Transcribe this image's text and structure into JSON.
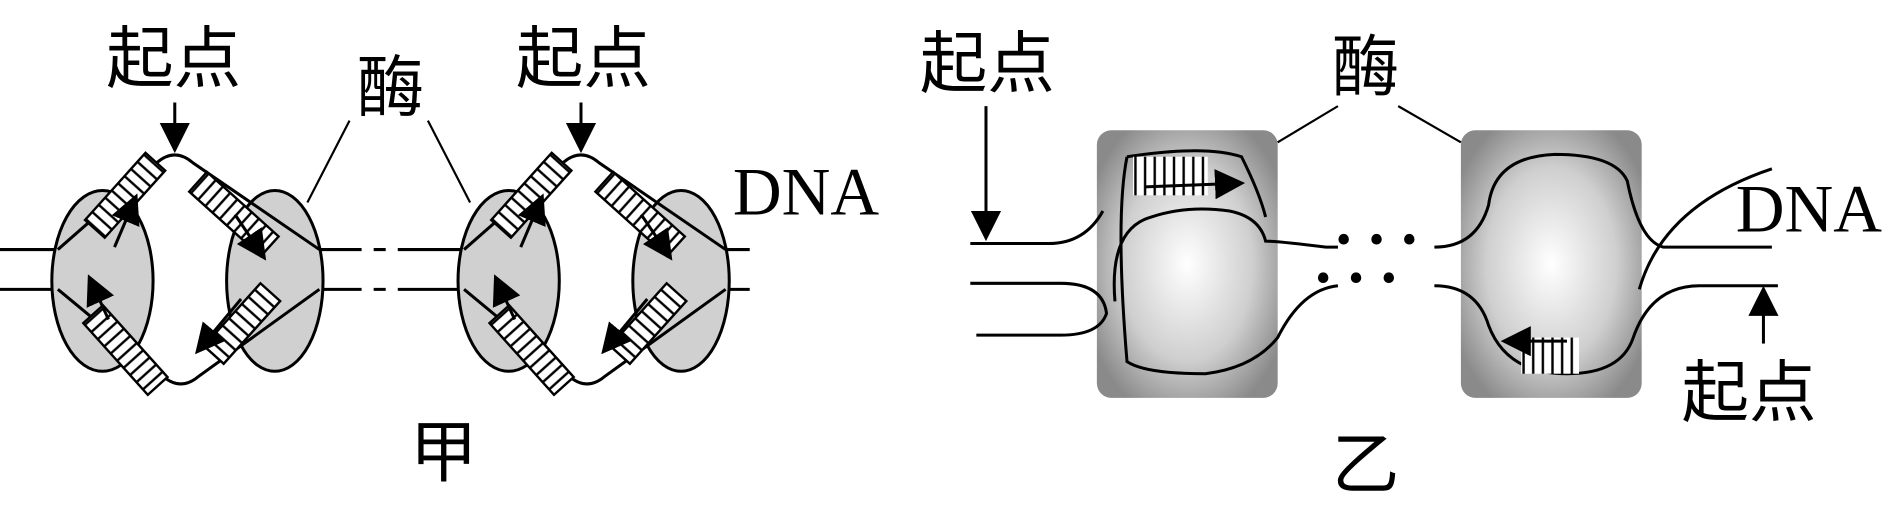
{
  "panel_jia": {
    "caption": "甲",
    "origin_label_1": "起点",
    "origin_label_2": "起点",
    "enzyme_label": "酶",
    "dna_label": "DNA"
  },
  "panel_yi": {
    "caption": "乙",
    "origin_label_top": "起点",
    "origin_label_bottom": "起点",
    "enzyme_label": "酶",
    "dna_label": "DNA",
    "gap_marker": "• • •"
  },
  "colors": {
    "enzyme_fill": "#d0d0d0",
    "box_dark": "#888888",
    "box_light": "#ffffff"
  }
}
